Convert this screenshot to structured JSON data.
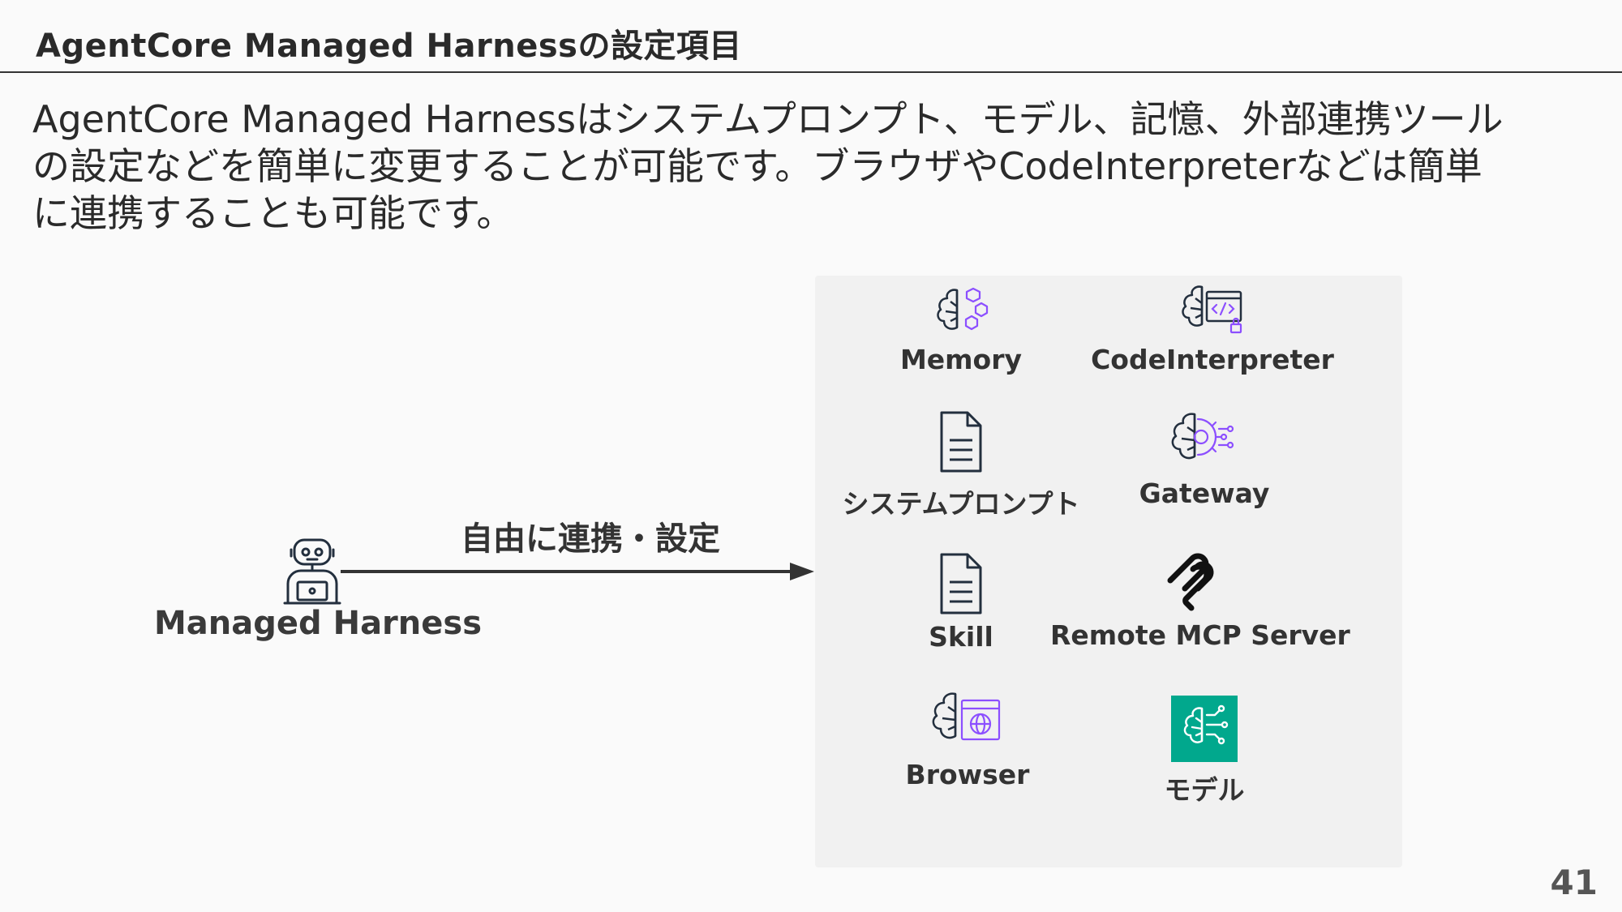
{
  "header": {
    "title": "AgentCore Managed Harnessの設定項目"
  },
  "description": {
    "lines": [
      "AgentCore Managed Harnessはシステムプロンプト、モデル、記憶、外部連携ツール",
      "の設定などを簡単に変更することが可能です。ブラウザやCodeInterpreterなどは簡単",
      "に連携することも可能です。"
    ]
  },
  "diagram": {
    "source": {
      "label": "Managed Harness",
      "icon": "robot-laptop-icon"
    },
    "arrow_label": "自由に連携・設定",
    "items": [
      {
        "label": "Memory",
        "icon": "brain-memory-icon"
      },
      {
        "label": "CodeInterpreter",
        "icon": "brain-code-icon"
      },
      {
        "label": "システムプロンプト",
        "icon": "document-icon"
      },
      {
        "label": "Gateway",
        "icon": "brain-gear-icon"
      },
      {
        "label": "Skill",
        "icon": "document-icon"
      },
      {
        "label": "Remote MCP Server",
        "icon": "mcp-icon"
      },
      {
        "label": "Browser",
        "icon": "brain-browser-icon"
      },
      {
        "label": "モデル",
        "icon": "ai-model-icon"
      }
    ]
  },
  "colors": {
    "accent_purple": "#8c4fff",
    "model_green": "#01a88d",
    "stroke": "#232f3e"
  },
  "footer": {
    "page_number": "41"
  }
}
